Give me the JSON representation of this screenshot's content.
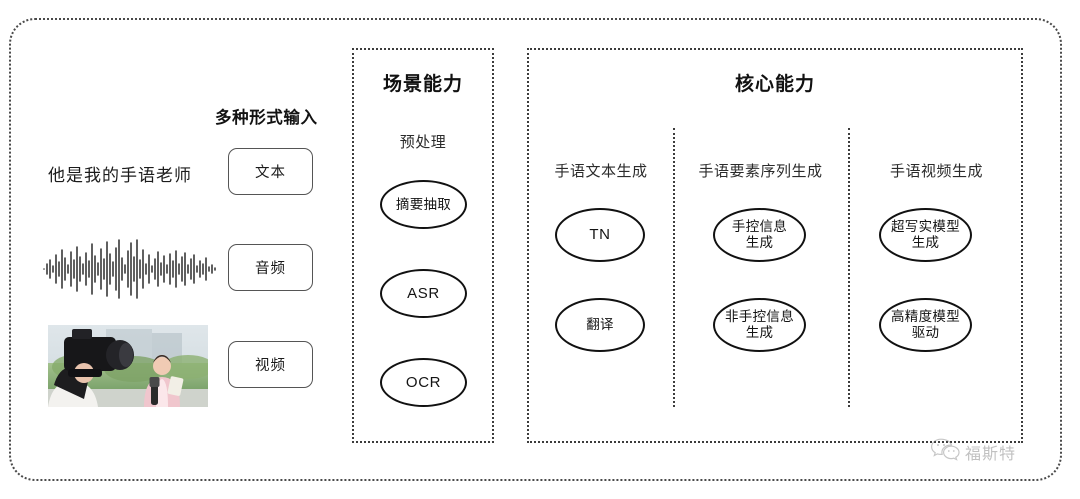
{
  "diagram": {
    "left_input": {
      "heading": "多种形式输入",
      "sample_sentence": "他是我的手语老师",
      "modalities": [
        {
          "label": "文本",
          "media": "text-sample"
        },
        {
          "label": "音频",
          "media": "audio-waveform"
        },
        {
          "label": "视频",
          "media": "video-thumbnail"
        }
      ]
    },
    "scene_panel": {
      "title": "场景能力",
      "columns": [
        {
          "title": "预处理",
          "nodes": [
            "摘要抽取",
            "ASR",
            "OCR"
          ]
        }
      ]
    },
    "core_panel": {
      "title": "核心能力",
      "columns": [
        {
          "title": "手语文本生成",
          "nodes": [
            "TN",
            "翻译"
          ]
        },
        {
          "title": "手语要素序列生成",
          "nodes": [
            "手控信息\n生成",
            "非手控信息\n生成"
          ]
        },
        {
          "title": "手语视频生成",
          "nodes": [
            "超写实模型\n生成",
            "高精度模型\n驱动"
          ]
        }
      ]
    },
    "watermark": {
      "icon": "wechat-icon",
      "text": "福斯特"
    },
    "colors": {
      "frame": "#4a4a4a",
      "panel_border": "#3c3c3c",
      "node_border": "#111111",
      "text": "#1c1c1c",
      "watermark": "#6e6e6e"
    }
  }
}
